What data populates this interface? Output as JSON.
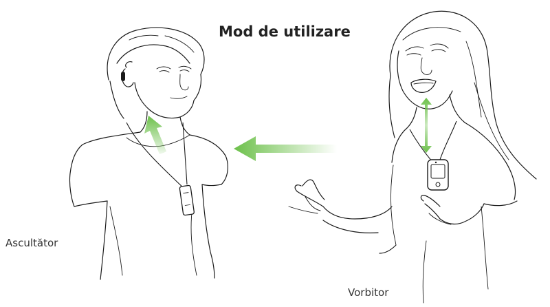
{
  "title": "Mod de utilizare",
  "labels": {
    "listener": "Ascultător",
    "speaker": "Vorbitor"
  },
  "colors": {
    "arrow_green": "#6cc04a",
    "line_art": "#1a1a1a",
    "background": "#ffffff"
  },
  "icons": {
    "transmit_arrow": "left-arrow-fade",
    "receive_arrow": "up-arrow-fade",
    "mic_arrow": "double-vertical-arrow"
  }
}
